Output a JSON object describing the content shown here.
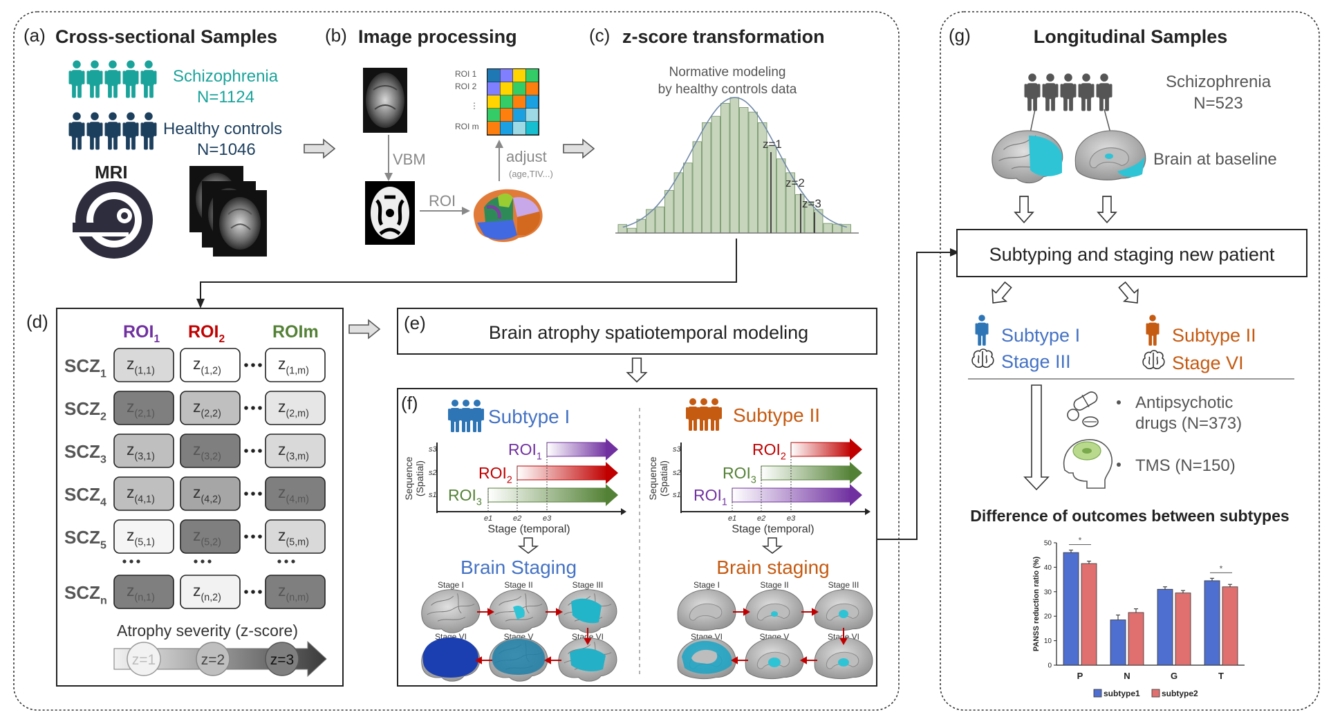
{
  "panel_a": {
    "tag": "(a)",
    "title": "Cross-sectional Samples",
    "scz_label": "Schizophrenia",
    "scz_n": "N=1124",
    "hc_label": "Healthy controls",
    "hc_n": "N=1046",
    "mri_label": "MRI"
  },
  "panel_b": {
    "tag": "(b)",
    "title": "Image processing",
    "vbm_label": "VBM",
    "roi_label": "ROI",
    "adjust_label": "adjust",
    "adjust_sub": "(age,TIV...)",
    "roi_rows": [
      "ROI  1",
      "ROI  2",
      "⋮",
      "ROI m"
    ]
  },
  "panel_c": {
    "tag": "(c)",
    "title": "z-score transformation",
    "caption_line1": "Normative modeling",
    "caption_line2": "by healthy controls data",
    "z_labels": [
      "z=1",
      "z=2",
      "z=3"
    ]
  },
  "panel_d": {
    "tag": "(d)",
    "roi_headers": [
      "ROI1",
      "ROI2",
      "ROIm"
    ],
    "rows": [
      {
        "scz": "SCZ1",
        "cells": [
          "z(1,1)",
          "z(1,2)",
          "z(1,m)"
        ]
      },
      {
        "scz": "SCZ2",
        "cells": [
          "z(2,1)",
          "z(2,2)",
          "z(2,m)"
        ]
      },
      {
        "scz": "SCZ3",
        "cells": [
          "z(3,1)",
          "z(3,2)",
          "z(3,m)"
        ]
      },
      {
        "scz": "SCZ4",
        "cells": [
          "z(4,1)",
          "z(4,2)",
          "z(4,m)"
        ]
      },
      {
        "scz": "SCZ5",
        "cells": [
          "z(5,1)",
          "z(5,2)",
          "z(5,m)"
        ]
      },
      {
        "scz": "SCZn",
        "cells": [
          "z(n,1)",
          "z(n,2)",
          "z(n,m)"
        ]
      }
    ],
    "severity_title": "Atrophy severity (z-score)",
    "severity_levels": [
      "z=1",
      "z=2",
      "z=3"
    ]
  },
  "panel_e": {
    "tag": "(e)",
    "title": "Brain atrophy spatiotemporal modeling"
  },
  "panel_f": {
    "tag": "(f)",
    "subtype1": {
      "title": "Subtype I",
      "bars": [
        "ROI1",
        "ROI2",
        "ROI3"
      ],
      "staging": "Brain Staging",
      "stages_top": [
        "Stage I",
        "Stage II",
        "Stage III"
      ],
      "stages_bottom": [
        "Stage VI",
        "Stage V",
        "Stage VI"
      ]
    },
    "subtype2": {
      "title": "Subtype II",
      "bars": [
        "ROI2",
        "ROI3",
        "ROI1"
      ],
      "staging": "Brain staging",
      "stages_top": [
        "Stage I",
        "Stage II",
        "Stage III"
      ],
      "stages_bottom": [
        "Stage VI",
        "Stage V",
        "Stage VI"
      ]
    },
    "y_axis_line1": "Sequence",
    "y_axis_line2": "(Spatial)",
    "x_axis": "Stage (temporal)",
    "y_ticks": [
      "s3",
      "s2",
      "s1"
    ],
    "x_ticks": [
      "e1",
      "e2",
      "e3"
    ]
  },
  "panel_g": {
    "tag": "(g)",
    "title": "Longitudinal Samples",
    "scz_label": "Schizophrenia",
    "scz_n": "N=523",
    "baseline": "Brain at baseline",
    "box_title": "Subtyping and staging new patient",
    "res1_subtype": "Subtype I",
    "res1_stage": "Stage III",
    "res2_subtype": "Subtype II",
    "res2_stage": "Stage VI",
    "treatment1_line1": "Antipsychotic",
    "treatment1_line2": "drugs (N=373)",
    "treatment2": "TMS (N=150)",
    "outcome_title": "Difference of outcomes between subtypes"
  },
  "chart_data": {
    "type": "bar",
    "title": "",
    "ylabel": "PANSS reduction ratio (%)",
    "xlabel": "",
    "categories": [
      "P",
      "N",
      "G",
      "T"
    ],
    "ylim": [
      0,
      50
    ],
    "yticks": [
      0,
      10,
      20,
      30,
      40,
      50
    ],
    "series": [
      {
        "name": "subtype1",
        "values": [
          46,
          18.5,
          31,
          34.5
        ],
        "errors": [
          1,
          2,
          1,
          1
        ],
        "color": "#4f6fd0"
      },
      {
        "name": "subtype2",
        "values": [
          41.5,
          21.5,
          29.5,
          32
        ],
        "errors": [
          1,
          1.5,
          1,
          1
        ],
        "color": "#e07070"
      }
    ],
    "significance": [
      "*",
      "",
      "",
      "*"
    ],
    "legend_position": "bottom"
  },
  "colors": {
    "teal": "#1aa39a",
    "navy": "#1d3f5e",
    "purple": "#7030a0",
    "red": "#c00000",
    "green": "#538135",
    "blue": "#4472c4",
    "orange": "#c55a11",
    "gray": "#595959"
  }
}
